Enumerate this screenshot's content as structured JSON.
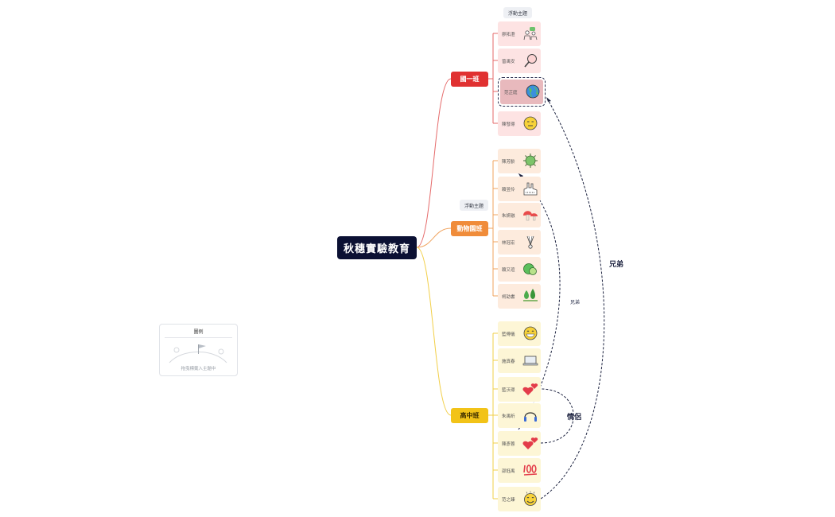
{
  "root": {
    "label": "秋穗實驗教育"
  },
  "branches": [
    {
      "label": "國一班",
      "leaves": [
        "廖拓澄",
        "曾禹安",
        "范芷庭",
        "陳發璟"
      ]
    },
    {
      "label": "動物園班",
      "leaves": [
        "陳芳齡",
        "賴昱伶",
        "朱妍融",
        "林冠宏",
        "賴又瑄",
        "柯劭書"
      ]
    },
    {
      "label": "高中班",
      "leaves": [
        "藍傅儀",
        "施真春",
        "藍沃璟",
        "朱禹昕",
        "陳彥蓉",
        "邵鈺禹",
        "范之臻"
      ]
    }
  ],
  "floating_topics": [
    "浮動主題",
    "浮動主題"
  ],
  "relationships": [
    {
      "label": "兄弟"
    },
    {
      "label": "兄弟"
    },
    {
      "label": "情侶"
    }
  ],
  "legend": {
    "title": "圖例",
    "hint": "拖曳標籤入主題中"
  },
  "colors": {
    "root": "#0b1033",
    "branch1": "#e03131",
    "branch2": "#f08c3a",
    "branch3": "#f2c318"
  },
  "icons": {
    "b1": [
      "people-chat-icon",
      "magnifier-icon",
      "globe-icon",
      "neutral-face-icon"
    ],
    "b2": [
      "virus-icon",
      "factory-icon",
      "mushroom-icon",
      "badminton-shuttle-icon",
      "lime-icon",
      "trees-icon"
    ],
    "b3": [
      "grin-face-icon",
      "laptop-icon",
      "hearts-icon",
      "headphones-icon",
      "hearts-icon",
      "hundred-points-icon",
      "sweat-smile-icon"
    ]
  }
}
